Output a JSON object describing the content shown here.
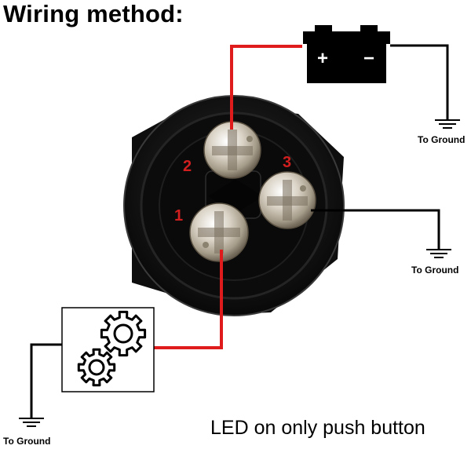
{
  "title": "Wiring method:",
  "caption": "LED on only push button",
  "battery": {
    "plus": "+",
    "minus": "−"
  },
  "terminals": [
    {
      "label": "1"
    },
    {
      "label": "2"
    },
    {
      "label": "3"
    }
  ],
  "ground_labels": {
    "battery": "To Ground",
    "terminal3": "To Ground",
    "load": "To Ground"
  },
  "colors": {
    "wire_red": "#e01b1b",
    "wire_black": "#000000",
    "terminal_label": "#d11f1f",
    "switch_body": "#141414"
  }
}
